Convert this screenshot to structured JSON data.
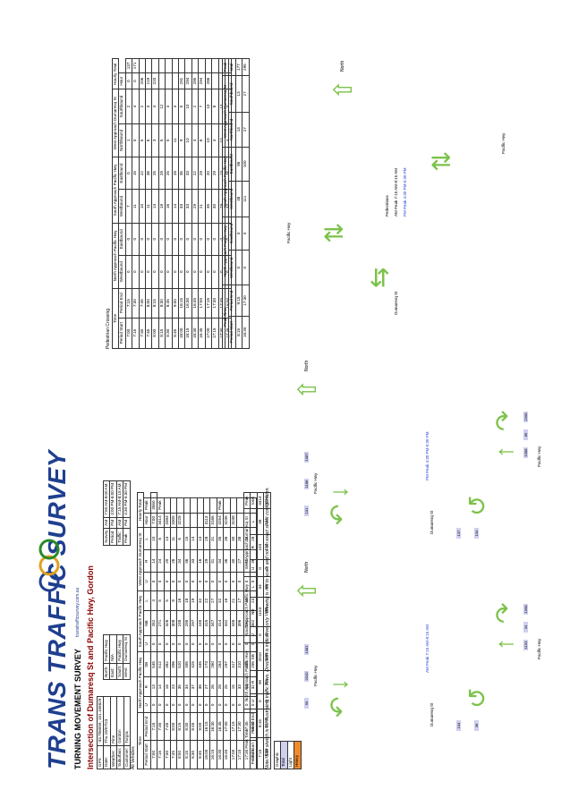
{
  "logo": {
    "title": "TRANS TRAFFIC SURVEY",
    "subtitle": "TURNING MOVEMENT SURVEY",
    "url": "transtrafficsurvey.com.au"
  },
  "report_title": "Intersection of Dumaresq St and Pacific Hwy, Gordon",
  "info": {
    "gps": [
      "GPS",
      "-33.756059, 151.155829"
    ],
    "date": [
      "Date:",
      "Thu 20/07/23"
    ],
    "weather": [
      "Weather:",
      "Fine"
    ],
    "suburban": [
      "Suburban:",
      "Gordon"
    ],
    "customer": [
      "Customer:",
      "Turgra"
    ],
    "north": [
      "North:",
      "Pacific Hwy"
    ],
    "east": [
      "East:",
      "N/A"
    ],
    "south": [
      "South:",
      "Pacific Hwy"
    ],
    "west": [
      "West:",
      "Dumaresq St"
    ],
    "survey": [
      "Survey",
      "AM",
      "7:00 AM-9:00 AM"
    ],
    "period": [
      "Period",
      "PM",
      "4:00 PM-6:00 PM"
    ],
    "traffic": [
      "Traffic",
      "AM",
      "7:15 AM-8:15 AM"
    ],
    "peak": [
      "Peak",
      "PM",
      "4:30 PM-5:30 PM"
    ]
  },
  "vehicles": {
    "label": "All Vehicles",
    "group_headers": [
      "Time",
      "North Approach Pacific Hwy",
      "South Approach Pacific Hwy",
      "West Approach Dumaresq St",
      "Hourly Total"
    ],
    "col_headers": [
      "Period Start",
      "Period End",
      "U",
      "R",
      "SB",
      "U",
      "NB",
      "L",
      "U",
      "R",
      "L",
      "Hour",
      "Peak"
    ],
    "rows": [
      [
        "7:00",
        "7:15",
        "0",
        "13",
        "545",
        "0",
        "262",
        "4",
        "0",
        "14",
        "10",
        "7:00",
        "3560",
        ""
      ],
      [
        "7:15",
        "7:30",
        "0",
        "14",
        "512",
        "0",
        "271",
        "5",
        "0",
        "24",
        "8",
        "3414",
        "Peak"
      ],
      [
        "7:30",
        "7:45",
        "0",
        "18",
        "482",
        "0",
        "326",
        "5",
        "0",
        "20",
        "13",
        "3394",
        ""
      ],
      [
        "7:45",
        "8:00",
        "0",
        "23",
        "496",
        "0",
        "308",
        "8",
        "0",
        "26",
        "11",
        "3305",
        ""
      ],
      [
        "8:00",
        "8:15",
        "0",
        "35",
        "520",
        "0",
        "248",
        "16",
        "0",
        "34",
        "6",
        "3228",
        ""
      ],
      [
        "8:15",
        "8:30",
        "0",
        "34",
        "495",
        "0",
        "295",
        "18",
        "0",
        "46",
        "15",
        "",
        ""
      ],
      [
        "8:30",
        "8:45",
        "0",
        "37",
        "425",
        "0",
        "297",
        "19",
        "0",
        "33",
        "14",
        "",
        ""
      ],
      [
        "8:45",
        "9:00",
        "0",
        "38",
        "445",
        "0",
        "245",
        "32",
        "0",
        "16",
        "13",
        "",
        ""
      ],
      [
        "16:00",
        "16:15",
        "0",
        "27",
        "273",
        "0",
        "415",
        "22",
        "0",
        "29",
        "28",
        "3113",
        ""
      ],
      [
        "16:15",
        "16:30",
        "0",
        "26",
        "260",
        "0",
        "347",
        "27",
        "0",
        "41",
        "31",
        "3166",
        ""
      ],
      [
        "16:30",
        "16:45",
        "0",
        "28",
        "264",
        "0",
        "414",
        "32",
        "0",
        "34",
        "35",
        "3254",
        "Peak"
      ],
      [
        "16:45",
        "17:00",
        "0",
        "25",
        "297",
        "0",
        "332",
        "16",
        "0",
        "36",
        "36",
        "3235",
        ""
      ],
      [
        "17:00",
        "17:15",
        "0",
        "15",
        "317",
        "0",
        "446",
        "21",
        "0",
        "40",
        "30",
        "3238",
        ""
      ],
      [
        "17:15",
        "17:30",
        "0",
        "33",
        "310",
        "0",
        "396",
        "17",
        "0",
        "27",
        "38",
        "",
        ""
      ],
      [
        "17:30",
        "17:45",
        "0",
        "34",
        "288",
        "0",
        "361",
        "16",
        "0",
        "50",
        "34",
        "",
        ""
      ],
      [
        "17:45",
        "18:00",
        "0",
        "32",
        "295",
        "0",
        "352",
        "23",
        "0",
        "36",
        "28",
        "",
        ""
      ]
    ]
  },
  "vehicles_peak": {
    "group_headers": [
      "Peak Time",
      "North Approach Pacific Hwy",
      "South Approach Pacific Hwy",
      "West Approach Dumaresq St",
      "Peak"
    ],
    "col_headers": [
      "Period Start",
      "Period End",
      "U",
      "R",
      "SB",
      "U",
      "NB",
      "L",
      "U",
      "R",
      "L",
      "total"
    ],
    "rows": [
      [
        "7:15",
        "8:15",
        "0",
        "90",
        "2010",
        "0",
        "1153",
        "34",
        "0",
        "104",
        "38",
        "3414"
      ],
      [
        "16:30",
        "17:30",
        "0",
        "101",
        "1188",
        "0",
        "1588",
        "86",
        "0",
        "137",
        "134",
        "3254"
      ]
    ]
  },
  "note": "Note: Site sketch is for illustrating traffic flows. Direction is indicative only - drawing is not to scale and not an exact street configuration.",
  "legend": {
    "title": "Graphic",
    "items": [
      "Total",
      "Light",
      "Heavy"
    ],
    "colors": [
      "#cfcff0",
      "#ffffff",
      "#f08a2a"
    ]
  },
  "diagram_am": {
    "roads": [
      "Pacific Hwy",
      "Dumaresq St",
      "Pacific Hwy"
    ],
    "peak_label": "AM Peak 7:15 AM-8:15 AM",
    "north": "North",
    "counts": [
      [
        "90",
        "2010",
        "1081"
      ],
      [
        "104",
        "38"
      ],
      [
        "1153",
        "34",
        "1098"
      ]
    ]
  },
  "diagram_pm": {
    "roads": [
      "Pacific Hwy",
      "Dumaresq St",
      "Pacific Hwy"
    ],
    "peak_label": "PM Peak 4:30 PM-5:30 PM",
    "north": "North",
    "counts": [
      [
        "101",
        "1188",
        "1087"
      ],
      [
        "137",
        "134"
      ],
      [
        "1588",
        "86",
        "1568"
      ]
    ]
  },
  "pedestrian": {
    "label": "Pedestrian Crossing",
    "group_headers": [
      "Time",
      "North Approach Pacific Hwy",
      "South Approach Pacific Hwy",
      "West Approach Dumaresq St",
      "Hourly Total"
    ],
    "col_headers": [
      "Period Start",
      "Period End",
      "Westbound",
      "Eastbound",
      "Westbound",
      "Eastbound",
      "Northbound",
      "Southbound",
      "Hour"
    ],
    "rows": [
      [
        "7:00",
        "7:15",
        "0",
        "0",
        "7",
        "0",
        "1",
        "2",
        "0",
        "137"
      ],
      [
        "7:15",
        "7:30",
        "0",
        "0",
        "11",
        "15",
        "0",
        "4",
        "0",
        "171"
      ],
      [
        "7:30",
        "7:45",
        "0",
        "0",
        "10",
        "22",
        "5",
        "2",
        "206",
        ""
      ],
      [
        "7:45",
        "8:00",
        "0",
        "0",
        "11",
        "36",
        "6",
        "3",
        "219",
        ""
      ],
      [
        "8:00",
        "8:15",
        "0",
        "0",
        "14",
        "25",
        "3",
        "4",
        "220",
        ""
      ],
      [
        "8:15",
        "8:30",
        "0",
        "0",
        "19",
        "29",
        "5",
        "12",
        "",
        ""
      ],
      [
        "8:30",
        "8:45",
        "0",
        "0",
        "16",
        "25",
        "5",
        "4",
        "",
        ""
      ],
      [
        "8:45",
        "9:00",
        "0",
        "0",
        "14",
        "28",
        "11",
        "4",
        "",
        ""
      ],
      [
        "16:00",
        "16:15",
        "0",
        "0",
        "33",
        "35",
        "9",
        "5",
        "291",
        ""
      ],
      [
        "16:15",
        "16:30",
        "0",
        "0",
        "33",
        "33",
        "10",
        "10",
        "294",
        ""
      ],
      [
        "16:30",
        "16:45",
        "0",
        "0",
        "29",
        "22",
        "4",
        "2",
        "295",
        ""
      ],
      [
        "16:45",
        "17:00",
        "0",
        "0",
        "21",
        "29",
        "6",
        "7",
        "294",
        ""
      ],
      [
        "17:00",
        "17:15",
        "0",
        "0",
        "35",
        "20",
        "10",
        "10",
        "286",
        ""
      ],
      [
        "17:15",
        "17:30",
        "0",
        "0",
        "30",
        "29",
        "4",
        "8",
        "",
        ""
      ],
      [
        "17:30",
        "17:45",
        "0",
        "0",
        "29",
        "13",
        "10",
        "14",
        "",
        ""
      ],
      [
        "17:45",
        "18:00",
        "0",
        "0",
        "34",
        "26",
        "4",
        "4",
        "",
        ""
      ]
    ]
  },
  "pedestrian_peak": {
    "group_headers": [
      "Peak Time",
      "North Approach Pacific Hwy",
      "South Approach Pacific Hwy",
      "West Approach Dumaresq St",
      "Peak"
    ],
    "col_headers": [
      "Period Start",
      "Period End",
      "Westbound",
      "Eastbound",
      "Westbound",
      "Eastbound",
      "Northbound",
      "Southbound",
      "total"
    ],
    "rows": [
      [
        "8:15",
        "9:15",
        "0",
        "0",
        "48",
        "98",
        "14",
        "13",
        "177"
      ],
      [
        "16:30",
        "17:30",
        "0",
        "0",
        "111",
        "100",
        "27",
        "27",
        "295"
      ]
    ]
  },
  "diagram_ped": {
    "roads": [
      "Pacific Hwy",
      "Dumaresq St",
      "Pacific Hwy"
    ],
    "north": "North",
    "pedestrians": "Pedestrians",
    "am_peak": "AM Peak 7:15 AM-8:15 AM",
    "pm_peak": "PM Peak 4:30 PM-5:30 PM"
  }
}
